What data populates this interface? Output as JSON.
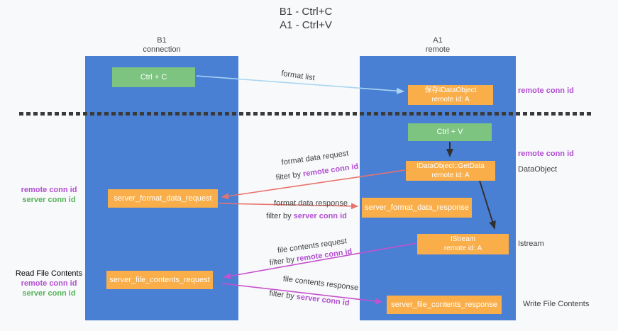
{
  "title": {
    "line1": "B1 - Ctrl+C",
    "line2": "A1 - Ctrl+V"
  },
  "columns": {
    "left": {
      "name": "B1",
      "subtitle": "connection"
    },
    "right": {
      "name": "A1",
      "subtitle": "remote"
    }
  },
  "boxes": {
    "ctrl_c": "Ctrl + C",
    "ctrl_v": "Ctrl + V",
    "save_dataobject": {
      "line1": "保存IDataObject",
      "line2": "remote id: A"
    },
    "getdata": {
      "line1": "IDataObject::GetData",
      "line2": "remote id: A"
    },
    "istream": {
      "line1": "IStream",
      "line2": "remote id: A"
    },
    "format_request": "server_format_data_request",
    "format_response": "server_format_data_response",
    "file_request": "server_file_contents_request",
    "file_response": "server_file_contents_response"
  },
  "arrow_labels": {
    "format_list": "format list",
    "format_data_request": "format data request",
    "format_data_response": "format data response",
    "file_contents_request": "file contents request",
    "file_contents_response": "file contents response",
    "filter_by": "filter by",
    "remote_conn_id": "remote conn id",
    "server_conn_id": "server conn id"
  },
  "side_labels": {
    "remote_conn_id": "remote conn id",
    "server_conn_id": "server conn id",
    "dataobject": "DataObject",
    "istream": "Istream",
    "read_file_contents": "Read File Contents",
    "write_file_contents": "Write File Contents"
  },
  "colors": {
    "column_fill": "#4a80d4",
    "box_green": "#7cc47f",
    "box_orange": "#f9ae49",
    "arrow_blue": "#a9d6f2",
    "arrow_black": "#303030",
    "arrow_red": "#e8736c",
    "arrow_magenta": "#c750cf",
    "label_purple": "#b14fd0",
    "label_green": "#55b25a"
  }
}
